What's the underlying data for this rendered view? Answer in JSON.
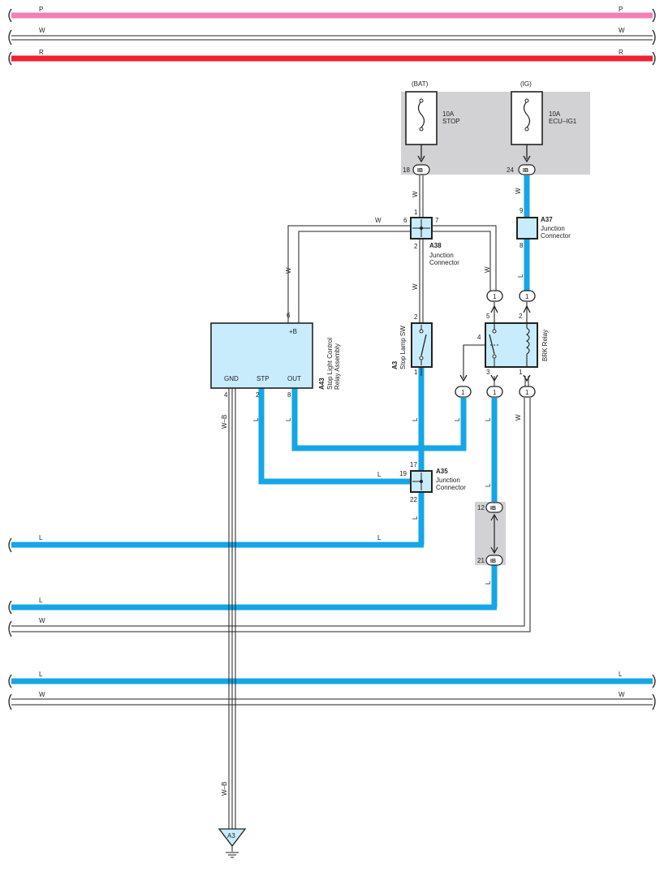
{
  "colors": {
    "pink": "#f080b8",
    "red": "#ee2233",
    "blue": "#14a6e6",
    "component_fill": "#c8ecfb",
    "junction_block": "#d2d2d4",
    "line": "#222222"
  },
  "buses": {
    "top_p": "P",
    "top_w": "W",
    "top_r": "R",
    "bus_l": "L",
    "bus_w": "W"
  },
  "fuse_block": {
    "bat_label": "(BAT)",
    "ig_label": "(IG)",
    "stop_fuse": {
      "rating": "10A",
      "name": "STOP",
      "pin": "18",
      "connector": "IB"
    },
    "ecu_fuse": {
      "rating": "10A",
      "name": "ECU–IG1",
      "pin": "24",
      "connector": "IB"
    }
  },
  "junction_a38": {
    "code": "A38",
    "line1": "Junction",
    "line2": "Connector",
    "pin_top": "1",
    "pin_left": "6",
    "pin_right": "7",
    "pin_bottom": "2"
  },
  "junction_a37": {
    "code": "A37",
    "line1": "Junction",
    "line2": "Connector",
    "pin_top": "9",
    "pin_bottom": "8"
  },
  "junction_a35": {
    "code": "A35",
    "line1": "Junction",
    "line2": "Connector",
    "pin_top": "17",
    "pin_left": "19",
    "pin_bottom": "22"
  },
  "stop_lamp_sw": {
    "code": "A3",
    "name": "Stop Lamp SW",
    "pin_top": "2",
    "pin_bottom": "1"
  },
  "relay_assembly": {
    "code": "A43",
    "line1": "Stop Light Control",
    "line2": "Relay Assembly",
    "term_b": "+B",
    "term_gnd": "GND",
    "term_stp": "STP",
    "term_out": "OUT",
    "pin_b": "6",
    "pin_gnd": "4",
    "pin_stp": "2",
    "pin_out": "8"
  },
  "brk_relay": {
    "name": "BRK Relay",
    "pin5": "5",
    "pin2": "2",
    "pin4": "4",
    "pin3": "3",
    "pin1": "1"
  },
  "connector_pin": "1",
  "wire_labels": {
    "w": "W",
    "l": "L",
    "wb": "W–B"
  },
  "ib_junction": {
    "connector": "IB",
    "pin_top": "12",
    "pin_bottom": "21"
  },
  "ground": {
    "code": "A3"
  }
}
